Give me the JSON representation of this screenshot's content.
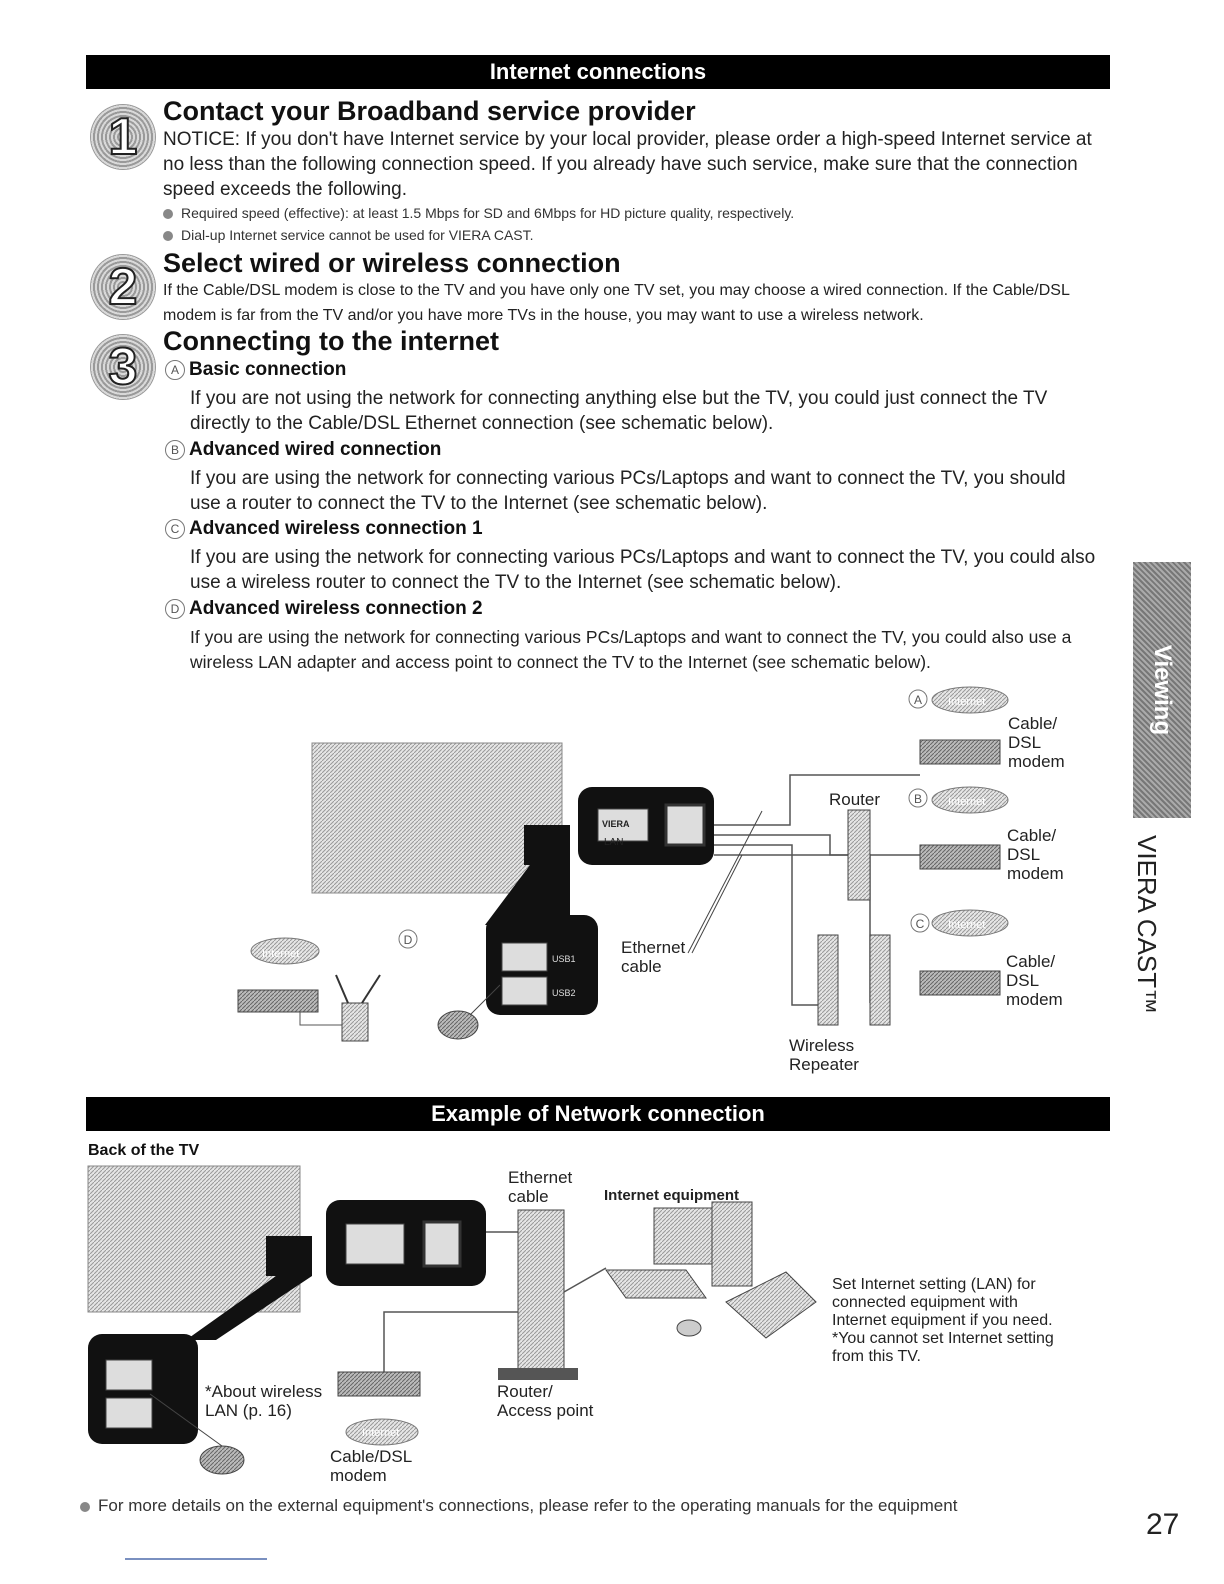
{
  "header_bar": "Internet connections",
  "steps": [
    {
      "num": "1",
      "title": "Contact your Broadband service provider",
      "body": "NOTICE: If you don't have Internet service by your local provider, please order a high-speed Internet service at no less than the following connection speed. If you already have such service, make sure that the connection speed exceeds the following.",
      "notes": [
        "Required speed (effective): at least 1.5 Mbps for SD and 6Mbps for HD picture quality, respectively.",
        "Dial-up Internet service cannot be used for VIERA CAST."
      ]
    },
    {
      "num": "2",
      "title": "Select wired or wireless connection",
      "body": "If the Cable/DSL modem is close to the TV and you have only one TV set, you may choose a wired connection. If the Cable/DSL modem is far from the TV and/or you have more TVs in the house, you may want to use a wireless network."
    },
    {
      "num": "3",
      "title": "Connecting to the internet"
    }
  ],
  "connections": [
    {
      "mark": "A",
      "title": "Basic connection",
      "body": "If you are not using the network for connecting anything else but the TV, you could just connect the TV directly to the Cable/DSL Ethernet connection (see schematic below)."
    },
    {
      "mark": "B",
      "title": "Advanced wired connection",
      "body": "If you are using the network for connecting various PCs/Laptops and want to connect the TV, you should use a router to connect the TV to the Internet (see schematic below)."
    },
    {
      "mark": "C",
      "title": "Advanced wireless connection 1",
      "body": "If you are using the network for connecting various PCs/Laptops and want to connect the TV, you could also use a wireless router to connect the TV to the Internet (see schematic below)."
    },
    {
      "mark": "D",
      "title": "Advanced wireless connection 2",
      "body": "If you are using the network for connecting various PCs/Laptops and want to connect the TV, you could also use a wireless LAN adapter and access point to connect the TV to the Internet (see schematic below)."
    }
  ],
  "diagram1": {
    "internet": "Internet",
    "modem": "Cable/\nDSL\nmodem",
    "router": "Router",
    "ethernet": "Ethernet\ncable",
    "repeater": "Wireless\nRepeater",
    "lan": "LAN",
    "viera": "VIERA",
    "usb1": "USB1",
    "usb2": "USB2"
  },
  "section2_bar": "Example of Network connection",
  "back_of_tv": "Back of the TV",
  "diagram2": {
    "ethernet": "Ethernet\ncable",
    "internet_equipment": "Internet equipment",
    "setting_note": "Set Internet setting (LAN) for\nconnected equipment with\nInternet equipment if you need.\n*You cannot set Internet setting\nfrom this TV.",
    "about_wireless": "*About wireless\nLAN (p. 16)",
    "router": "Router/\nAccess point",
    "modem": "Cable/DSL\nmodem",
    "internet": "Internet"
  },
  "footer_note": "For more details on the external equipment's connections, please refer to the operating manuals for the equipment",
  "side_tab": "Viewing",
  "side_label": "VIERA CAST™",
  "page_number": "27"
}
